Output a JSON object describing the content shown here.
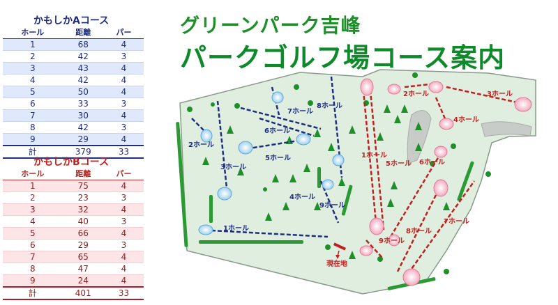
{
  "title": {
    "line1": "グリーンパーク吉峰",
    "line2": "パークゴルフ場コース案内"
  },
  "colors": {
    "courseA": "#1f2d80",
    "courseB": "#c02020",
    "park": "#dfeede",
    "title": "#0f8a2a"
  },
  "course_a": {
    "caption": "かもしかAコース",
    "headers": [
      "ホール",
      "距離",
      "パー"
    ],
    "rows": [
      [
        "1",
        "68",
        "4"
      ],
      [
        "2",
        "42",
        "3"
      ],
      [
        "3",
        "43",
        "4"
      ],
      [
        "4",
        "42",
        "4"
      ],
      [
        "5",
        "50",
        "4"
      ],
      [
        "6",
        "33",
        "3"
      ],
      [
        "7",
        "30",
        "4"
      ],
      [
        "8",
        "42",
        "3"
      ],
      [
        "9",
        "29",
        "4"
      ]
    ],
    "total": [
      "計",
      "379",
      "33"
    ]
  },
  "course_b": {
    "caption": "かもしかBコース",
    "headers": [
      "ホール",
      "距離",
      "パー"
    ],
    "rows": [
      [
        "1",
        "75",
        "4"
      ],
      [
        "2",
        "23",
        "3"
      ],
      [
        "3",
        "32",
        "4"
      ],
      [
        "4",
        "40",
        "3"
      ],
      [
        "5",
        "66",
        "4"
      ],
      [
        "6",
        "29",
        "3"
      ],
      [
        "7",
        "65",
        "4"
      ],
      [
        "8",
        "47",
        "4"
      ],
      [
        "9",
        "24",
        "4"
      ]
    ],
    "total": [
      "計",
      "401",
      "33"
    ]
  },
  "map_labels": {
    "a": [
      "1ホール",
      "2ホール",
      "3ホール",
      "4ホール",
      "5ホール",
      "6ホール",
      "7ホール",
      "8ホール",
      "9ホール"
    ],
    "b": [
      "1ホール",
      "2ホール",
      "3ホール",
      "4ホール",
      "5ホール",
      "6ホール",
      "7ホール",
      "8ホール",
      "9ホール"
    ],
    "current": "現在地"
  }
}
